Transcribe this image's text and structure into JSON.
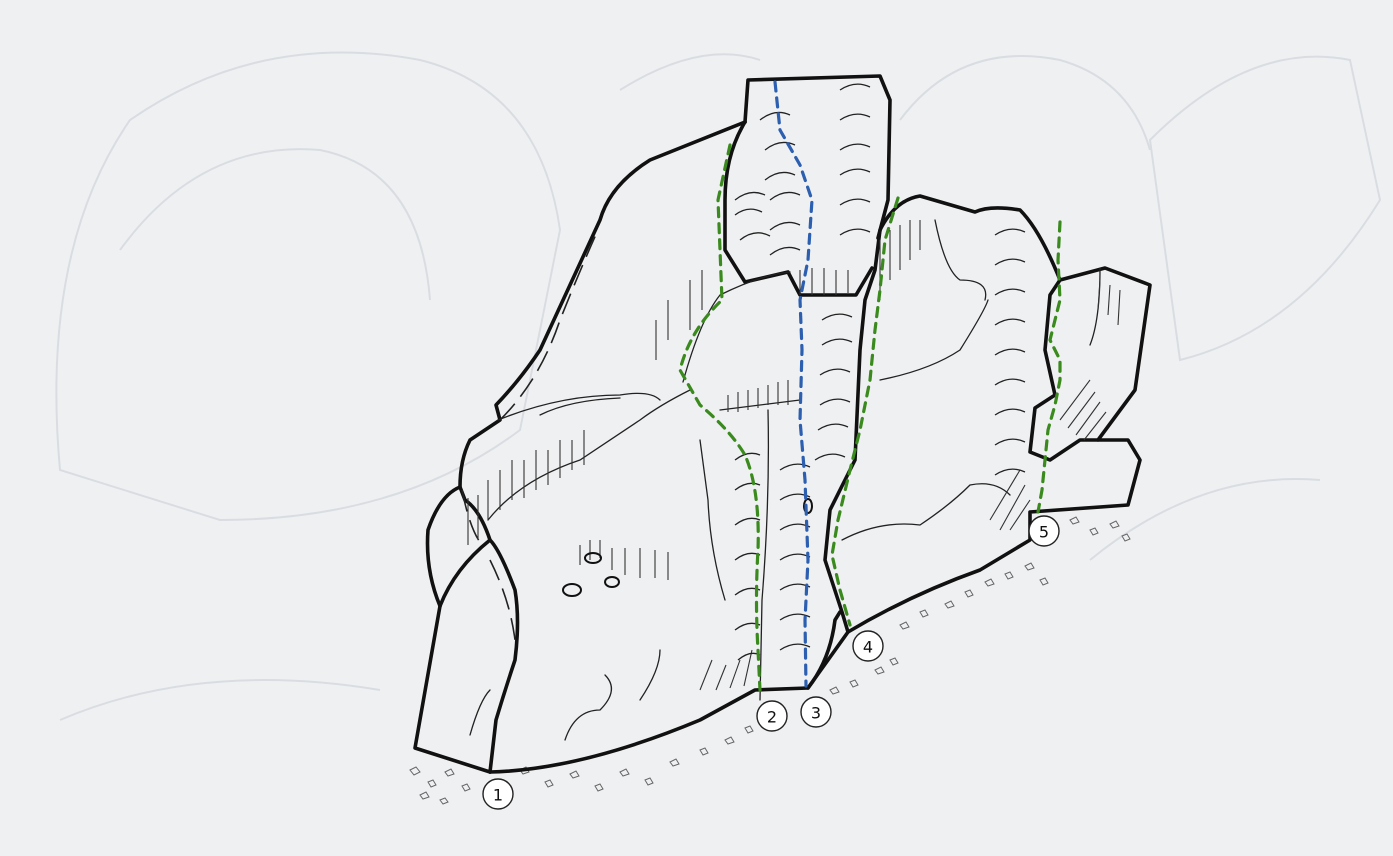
{
  "colors": {
    "background": "#eff0f2",
    "rock_outline": "#111111",
    "route_green": "#3a8a1e",
    "route_blue": "#2c5fb0"
  },
  "routes": [
    {
      "number": "1",
      "color": "none"
    },
    {
      "number": "2",
      "color": "green"
    },
    {
      "number": "3",
      "color": "blue"
    },
    {
      "number": "4",
      "color": "green"
    },
    {
      "number": "5",
      "color": "green"
    }
  ]
}
